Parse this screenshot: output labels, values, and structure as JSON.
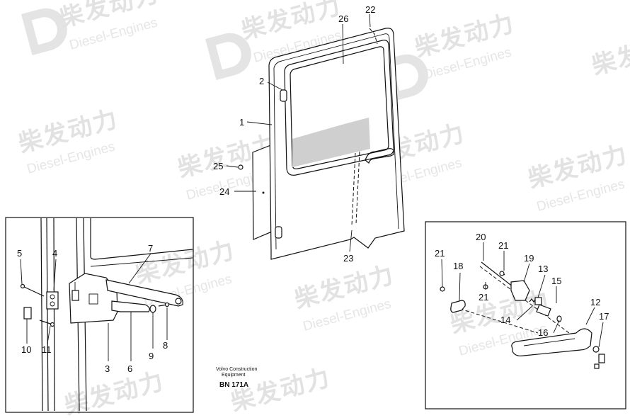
{
  "watermark": {
    "brand_cn": "柴发动力",
    "brand_en": "Diesel-Engines"
  },
  "credit": {
    "line1": "Volvo Construction",
    "line2": "Equipment"
  },
  "drawing_code": "BN 171A",
  "callouts": {
    "p1": "1",
    "p2": "2",
    "p3": "3",
    "p4": "4",
    "p5": "5",
    "p6": "6",
    "p7": "7",
    "p8": "8",
    "p9": "9",
    "p10": "10",
    "p11": "11",
    "p12": "12",
    "p13": "13",
    "p14": "14",
    "p15": "15",
    "p16": "16",
    "p17": "17",
    "p18": "18",
    "p19": "19",
    "p20": "20",
    "p21a": "21",
    "p21b": "21",
    "p21c": "21",
    "p22": "22",
    "p23": "23",
    "p24": "24",
    "p25": "25",
    "p26": "26"
  }
}
